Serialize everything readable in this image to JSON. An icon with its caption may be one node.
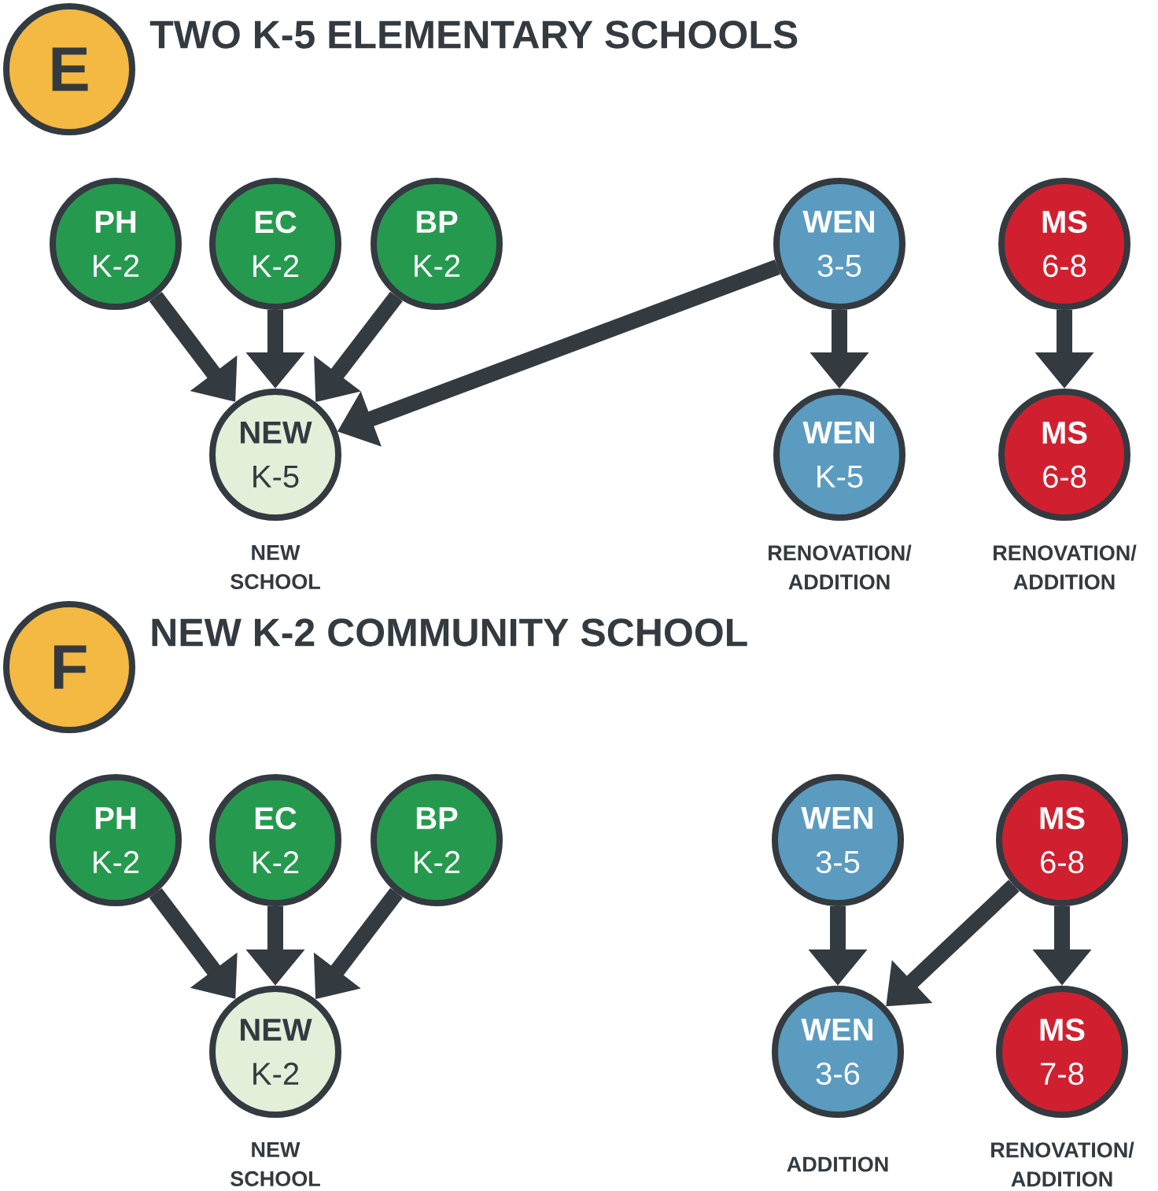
{
  "diagram": {
    "nodes": [
      {
        "text": [
          "E"
        ],
        "beside": [
          "TWO K-5 ELEMENTARY SCHOOLS"
        ]
      },
      {
        "text": [
          "PH",
          "K-2"
        ]
      },
      {
        "text": [
          "EC",
          "K-2"
        ]
      },
      {
        "text": [
          "BP",
          "K-2"
        ]
      },
      {
        "text": [
          "WEN",
          "3-5"
        ]
      },
      {
        "text": [
          "MS",
          "6-8"
        ]
      },
      {
        "text": [
          "NEW",
          "K-5"
        ],
        "beside": [
          "NEW SCHOOL"
        ]
      },
      {
        "text": [
          "WEN",
          "K-5"
        ],
        "beside": [
          "RENOVATION/ ADDITION"
        ]
      },
      {
        "text": [
          "MS",
          "6-8"
        ],
        "beside": [
          "RENOVATION/ ADDITION"
        ]
      },
      {
        "text": [
          "F"
        ],
        "beside": [
          "NEW K-2 COMMUNITY SCHOOL"
        ]
      },
      {
        "text": [
          "PH",
          "K-2"
        ]
      },
      {
        "text": [
          "EC",
          "K-2"
        ]
      },
      {
        "text": [
          "BP",
          "K-2"
        ]
      },
      {
        "text": [
          "WEN",
          "3-5"
        ]
      },
      {
        "text": [
          "MS",
          "6-8"
        ]
      },
      {
        "text": [
          "NEW",
          "K-2"
        ],
        "beside": [
          "NEW SCHOOL"
        ]
      },
      {
        "text": [
          "WEN",
          "3-6"
        ],
        "beside": [
          "ADDITION"
        ]
      },
      {
        "text": [
          "MS",
          "7-8"
        ],
        "beside": [
          "RENOVATION/ ADDITION"
        ]
      }
    ],
    "edges": [
      {
        "from": 1,
        "to": 6,
        "arrow": "to"
      },
      {
        "from": 2,
        "to": 6,
        "arrow": "to"
      },
      {
        "from": 3,
        "to": 6,
        "arrow": "to"
      },
      {
        "from": 4,
        "to": 6,
        "arrow": "to"
      },
      {
        "from": 4,
        "to": 7,
        "arrow": "to"
      },
      {
        "from": 5,
        "to": 8,
        "arrow": "to"
      },
      {
        "from": 10,
        "to": 15,
        "arrow": "to"
      },
      {
        "from": 11,
        "to": 15,
        "arrow": "to"
      },
      {
        "from": 12,
        "to": 15,
        "arrow": "to"
      },
      {
        "from": 13,
        "to": 16,
        "arrow": "to"
      },
      {
        "from": 14,
        "to": 16,
        "arrow": "to"
      },
      {
        "from": 14,
        "to": 17,
        "arrow": "to"
      }
    ]
  }
}
